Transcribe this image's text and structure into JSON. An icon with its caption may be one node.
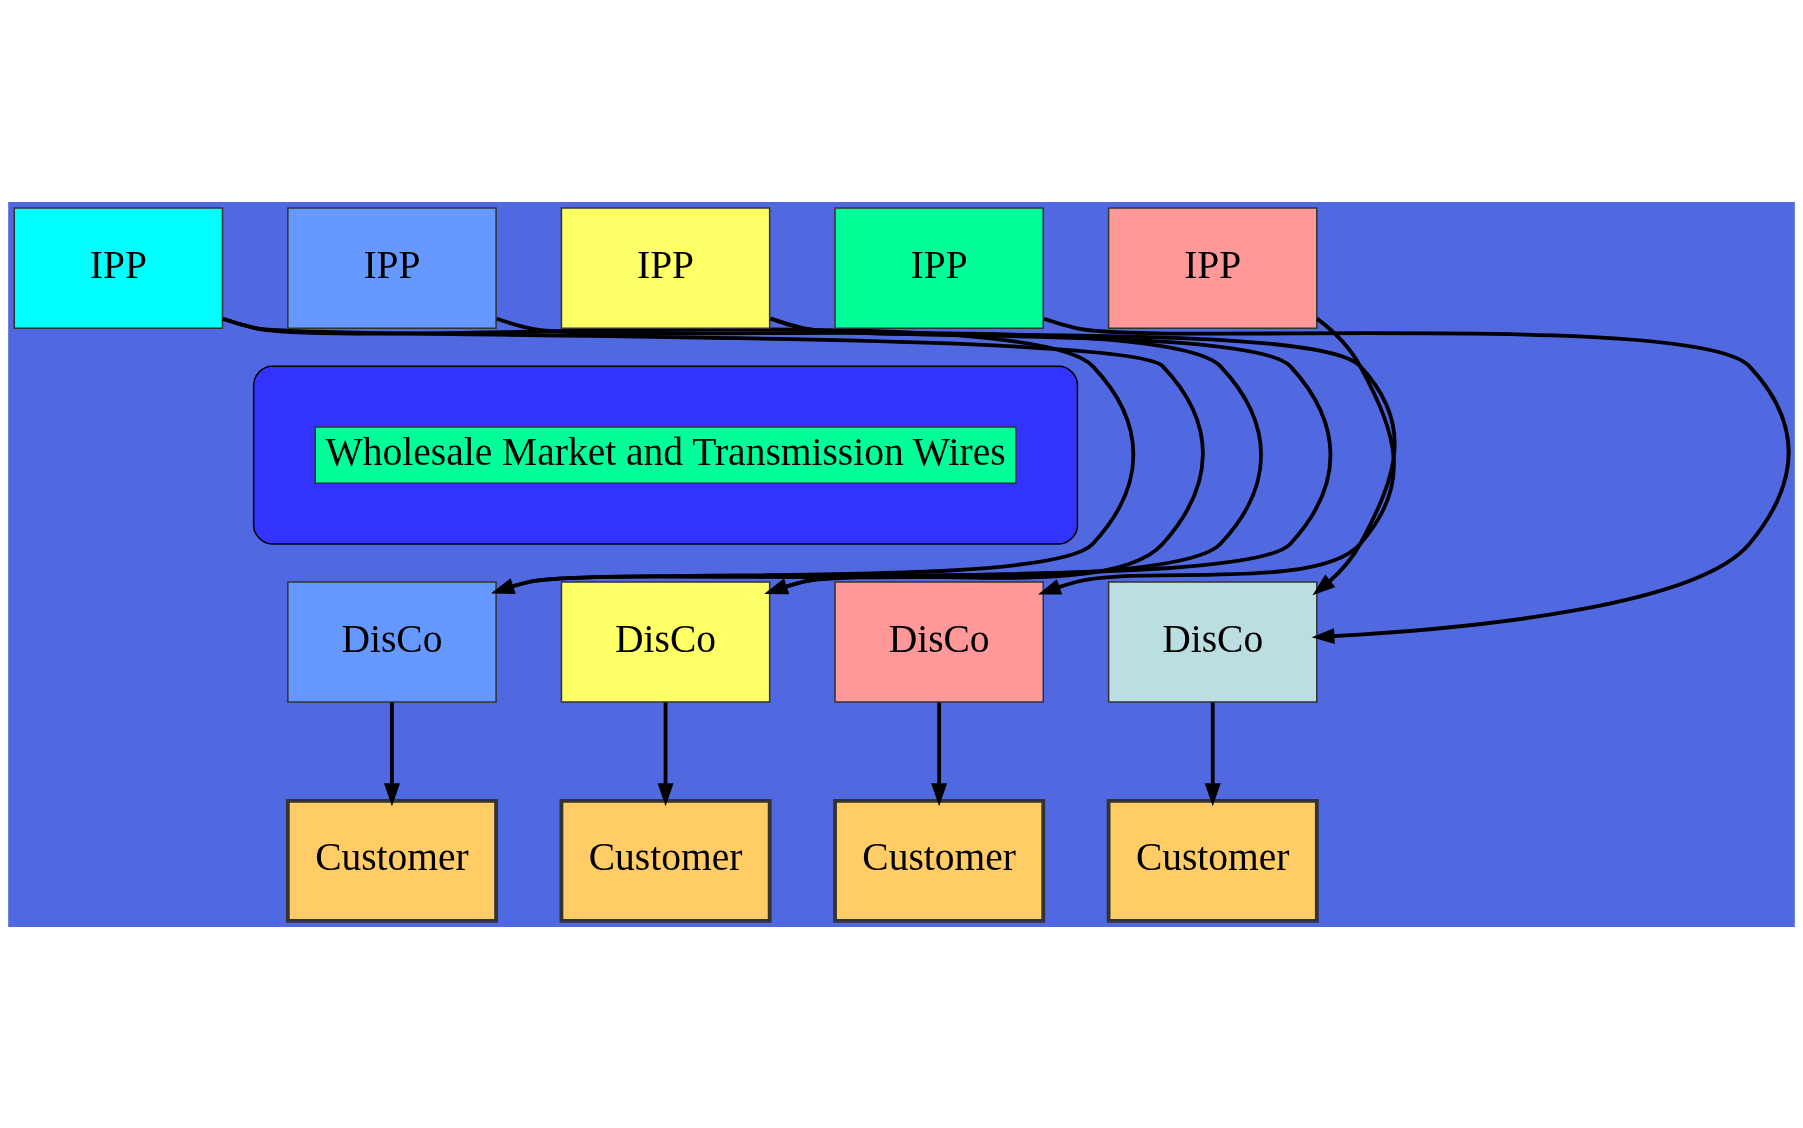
{
  "diagram": {
    "nodes": [
      {
        "text": [
          "IPP"
        ]
      },
      {
        "text": [
          "IPP"
        ]
      },
      {
        "text": [
          "IPP"
        ]
      },
      {
        "text": [
          "IPP"
        ]
      },
      {
        "text": [
          "IPP"
        ]
      },
      {
        "text": [],
        "shape": "ellipse"
      },
      {
        "text": [
          "Wholesale Market and Transmission Wires"
        ],
        "in": 5
      },
      {
        "text": [
          "DisCo"
        ]
      },
      {
        "text": [
          "DisCo"
        ]
      },
      {
        "text": [
          "DisCo"
        ]
      },
      {
        "text": [
          "DisCo"
        ]
      },
      {
        "text": [
          "Customer"
        ]
      },
      {
        "text": [
          "Customer"
        ]
      },
      {
        "text": [
          "Customer"
        ]
      },
      {
        "text": [
          "Customer"
        ]
      }
    ],
    "edges": [
      {
        "from": 0,
        "to": 7,
        "arrow": "to"
      },
      {
        "from": 0,
        "to": 8,
        "arrow": "to"
      },
      {
        "from": 1,
        "to": 9,
        "arrow": "to"
      },
      {
        "from": 2,
        "to": 10,
        "arrow": "to"
      },
      {
        "from": 3,
        "to": 7,
        "arrow": "to"
      },
      {
        "from": 4,
        "to": 8,
        "arrow": "to"
      },
      {
        "from": 4,
        "to": 10,
        "arrow": "to"
      },
      {
        "from": 7,
        "to": 11,
        "arrow": "to"
      },
      {
        "from": 8,
        "to": 12,
        "arrow": "to"
      },
      {
        "from": 9,
        "to": 13,
        "arrow": "to"
      },
      {
        "from": 10,
        "to": 14,
        "arrow": "to"
      }
    ]
  }
}
